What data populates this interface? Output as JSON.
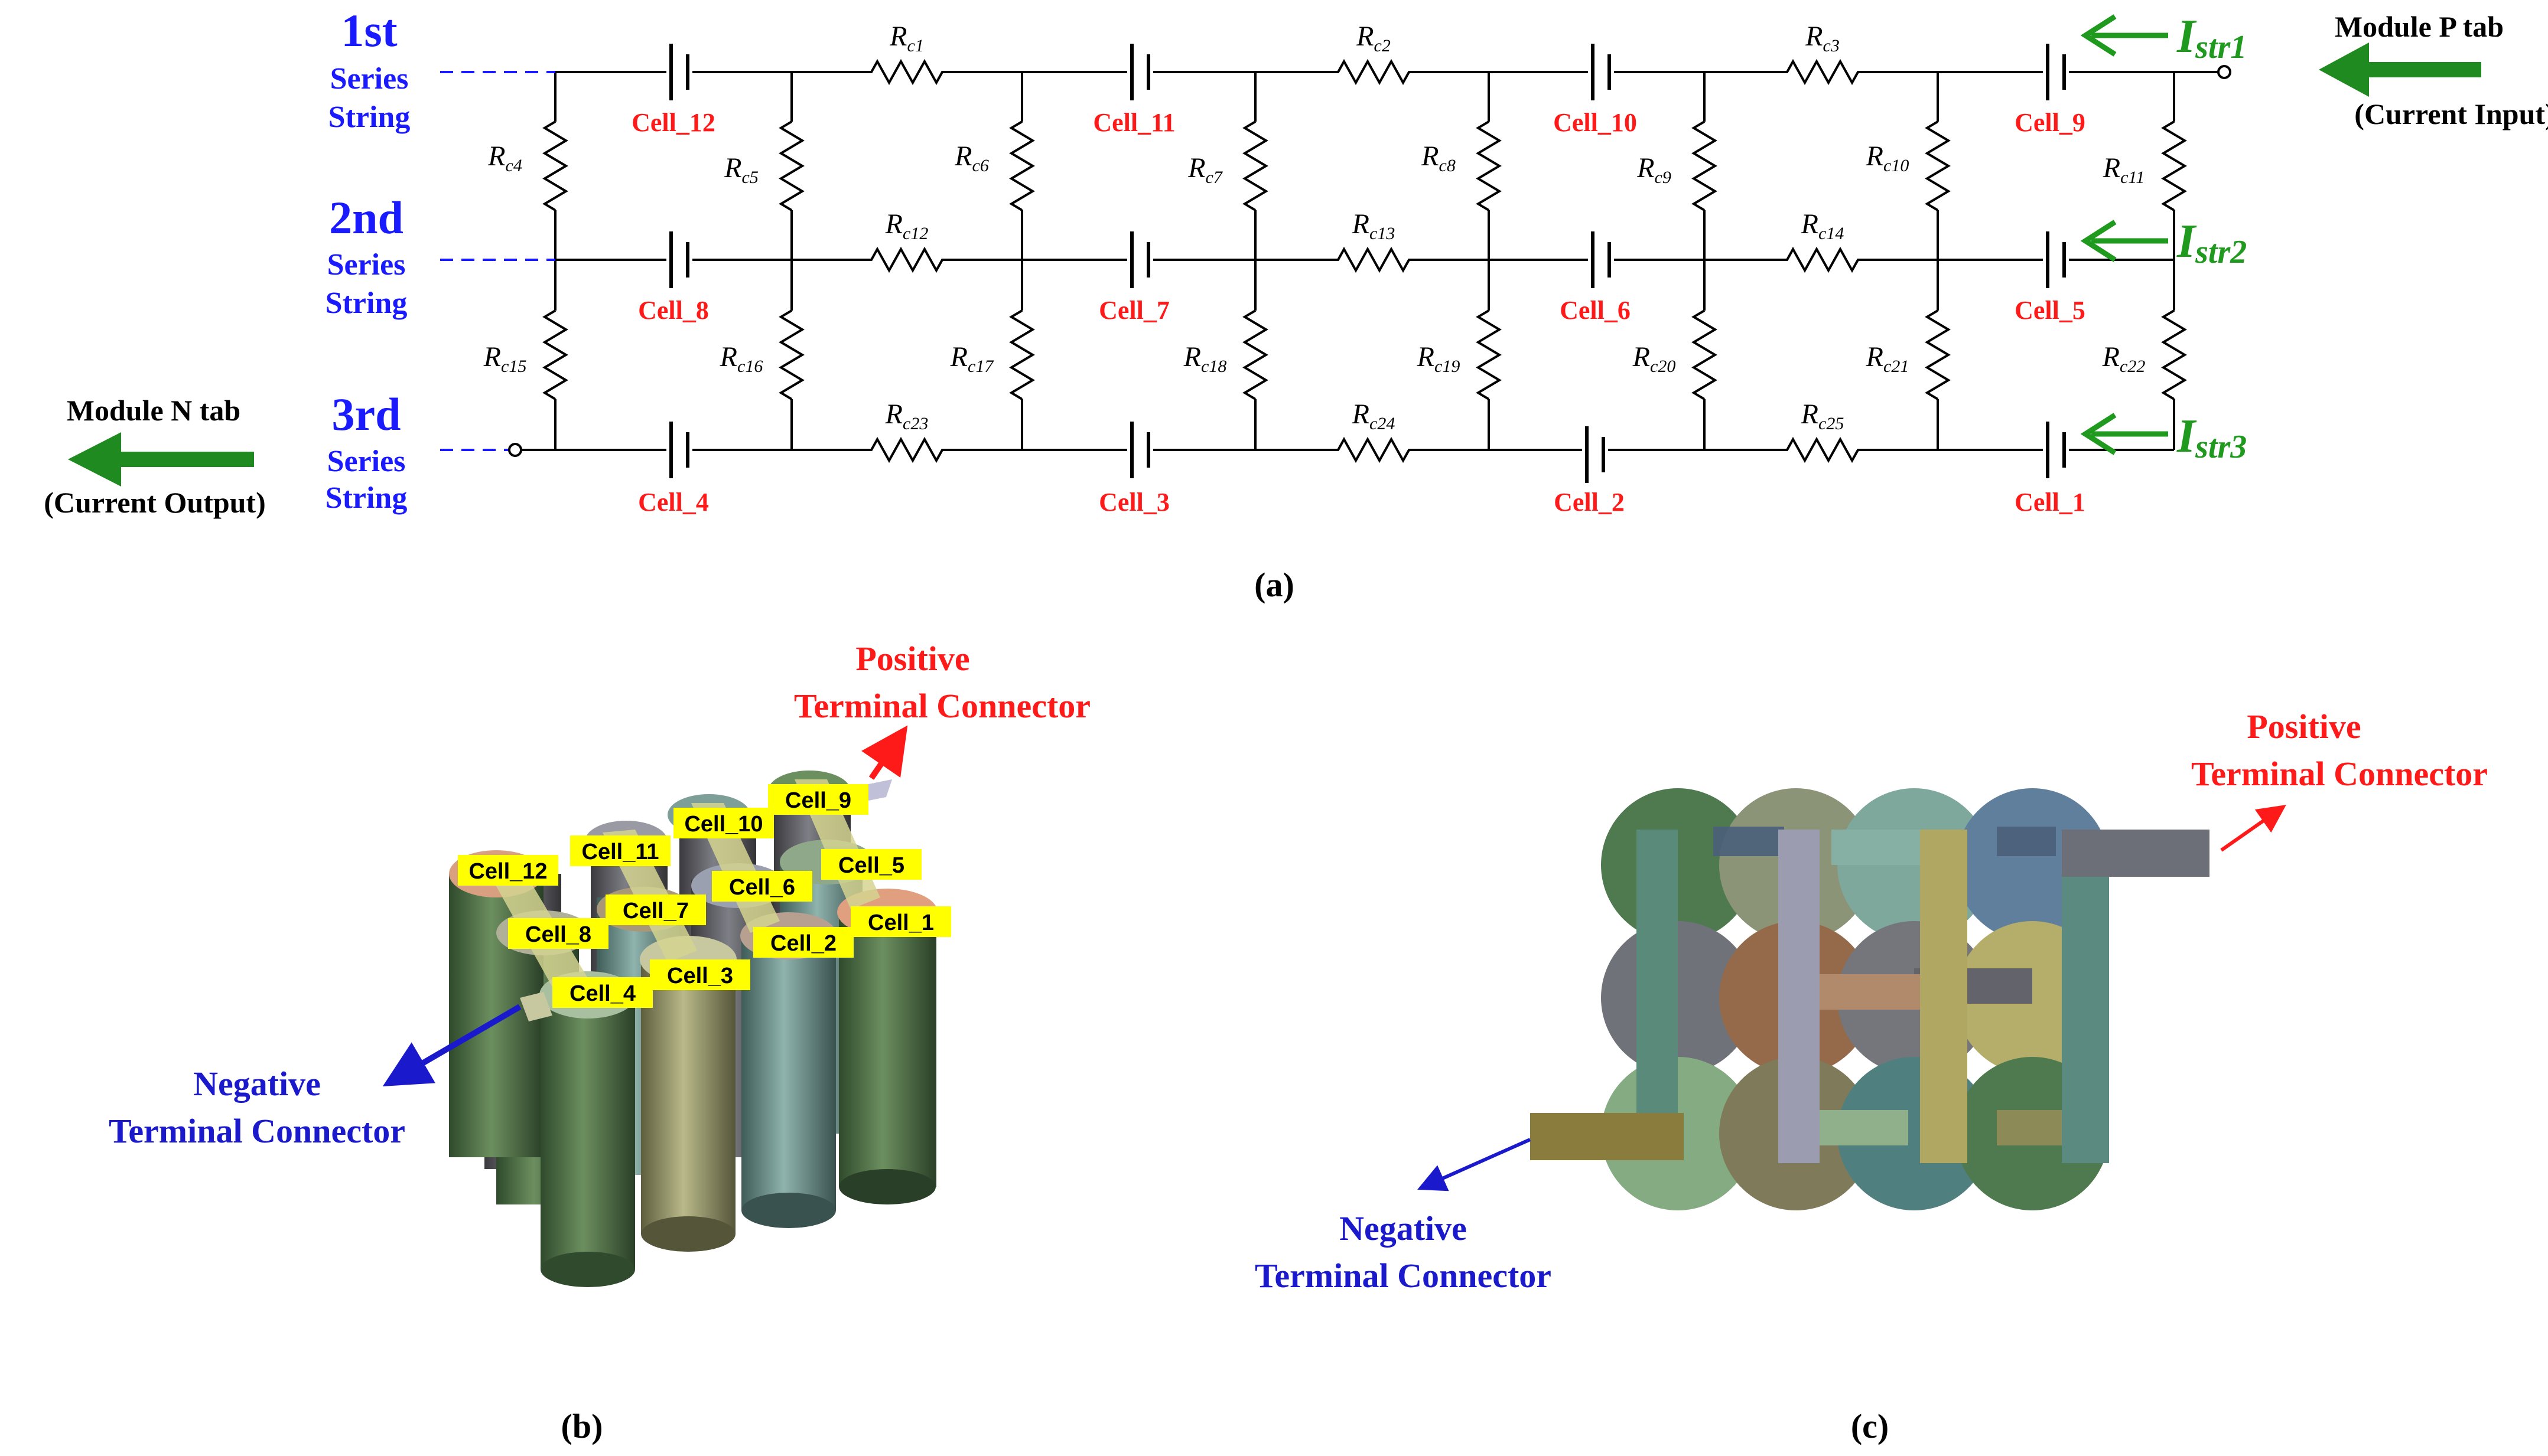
{
  "panel_a": {
    "strings": [
      {
        "num": "1st",
        "word1": "Series",
        "word2": "String"
      },
      {
        "num": "2nd",
        "word1": "Series",
        "word2": "String"
      },
      {
        "num": "3rd",
        "word1": "Series",
        "word2": "String"
      }
    ],
    "row1_cells": [
      "Cell_12",
      "Cell_11",
      "Cell_10",
      "Cell_9"
    ],
    "row2_cells": [
      "Cell_8",
      "Cell_7",
      "Cell_6",
      "Cell_5"
    ],
    "row3_cells": [
      "Cell_4",
      "Cell_3",
      "Cell_2",
      "Cell_1"
    ],
    "r_prefix": "R",
    "row1_resistors": [
      "c1",
      "c2",
      "c3"
    ],
    "row2_resistors": [
      "c12",
      "c13",
      "c14"
    ],
    "row3_resistors": [
      "c23",
      "c24",
      "c25"
    ],
    "vert12_resistors": [
      "c4",
      "c5",
      "c6",
      "c7",
      "c8",
      "c9",
      "c10",
      "c11"
    ],
    "vert23_resistors": [
      "c15",
      "c16",
      "c17",
      "c18",
      "c19",
      "c20",
      "c21",
      "c22"
    ],
    "currents": [
      {
        "main": "I",
        "sub": "str1"
      },
      {
        "main": "I",
        "sub": "str2"
      },
      {
        "main": "I",
        "sub": "str3"
      }
    ],
    "p_tab": {
      "line1": "Module P tab",
      "line2": "(Current Input)"
    },
    "n_tab": {
      "line1": "Module N tab",
      "line2": "(Current Output)"
    },
    "caption": "(a)"
  },
  "panel_b": {
    "cells": [
      "Cell_12",
      "Cell_11",
      "Cell_10",
      "Cell_9",
      "Cell_8",
      "Cell_7",
      "Cell_6",
      "Cell_5",
      "Cell_4",
      "Cell_3",
      "Cell_2",
      "Cell_1"
    ],
    "positive": {
      "line1": "Positive",
      "line2": "Terminal Connector"
    },
    "negative": {
      "line1": "Negative",
      "line2": "Terminal Connector"
    },
    "caption": "(b)"
  },
  "panel_c": {
    "positive": {
      "line1": "Positive",
      "line2": "Terminal Connector"
    },
    "negative": {
      "line1": "Negative",
      "line2": "Terminal Connector"
    },
    "caption": "(c)"
  },
  "colors": {
    "string_label": "#1a1aff",
    "cell_label": "#ff1a1a",
    "current": "#1f9a1f",
    "positive": "#ff1a1a",
    "negative": "#1a1acc",
    "cell_tag": "#ffff00"
  }
}
